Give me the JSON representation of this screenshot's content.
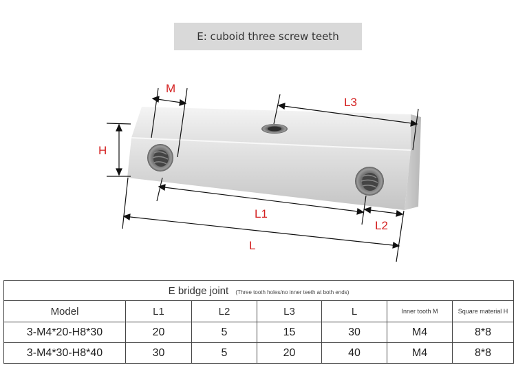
{
  "header": {
    "title": "E: cuboid three screw teeth"
  },
  "dimensions": {
    "M": "M",
    "H": "H",
    "L1": "L1",
    "L2": "L2",
    "L3": "L3",
    "L": "L"
  },
  "table": {
    "title": "E bridge joint",
    "subtitle": "(Three tooth holes/no inner teeth at both ends)",
    "columns": [
      "Model",
      "L1",
      "L2",
      "L3",
      "L",
      "Inner tooth M",
      "Square material H"
    ],
    "rows": [
      [
        "3-M4*20-H8*30",
        "20",
        "5",
        "15",
        "30",
        "M4",
        "8*8"
      ],
      [
        "3-M4*30-H8*40",
        "30",
        "5",
        "20",
        "40",
        "M4",
        "8*8"
      ]
    ]
  }
}
